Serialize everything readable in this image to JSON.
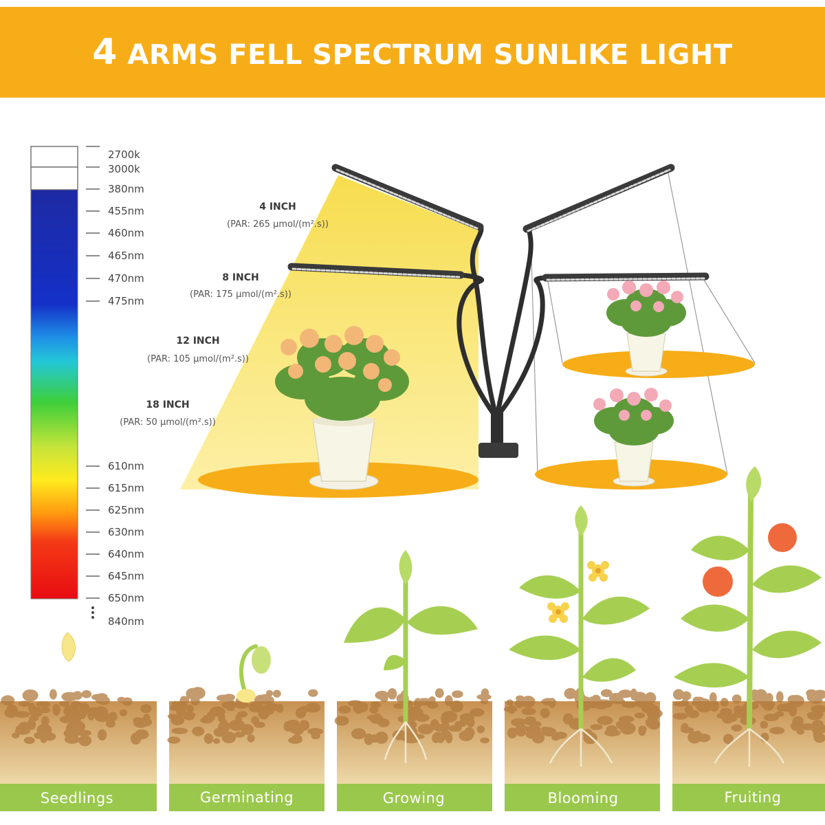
{
  "header": {
    "title_number": "4",
    "title_rest": " ARMS FELL SPECTRUM SUNLIKE LIGHT",
    "background_color": "#f7ad18"
  },
  "spectrum": {
    "labels": [
      "2700k",
      "3000k",
      "380nm",
      "455nm",
      "460nm",
      "465nm",
      "470nm",
      "475nm",
      "610nm",
      "615nm",
      "625nm",
      "630nm",
      "640nm",
      "645nm",
      "650nm",
      "840nm"
    ]
  },
  "distances": [
    {
      "title": "4 INCH",
      "par": "(PAR: 265 μmol/(m².s))"
    },
    {
      "title": "8 INCH",
      "par": "(PAR: 175 μmol/(m².s))"
    },
    {
      "title": "12 INCH",
      "par": "(PAR: 105 μmol/(m².s))"
    },
    {
      "title": "18 INCH",
      "par": "(PAR: 50 μmol/(m².s))"
    }
  ],
  "stages": [
    {
      "label": "Seedlings"
    },
    {
      "label": "Germinating"
    },
    {
      "label": "Growing"
    },
    {
      "label": "Blooming"
    },
    {
      "label": "Fruiting"
    }
  ],
  "colors": {
    "light_beam": "#f9e25a",
    "light_pool": "#f7ad18",
    "leaf": "#a6cf52",
    "soil": "#c9955a",
    "stage_bar": "#9ac84c"
  },
  "icons": [
    "grow-lamp-icon",
    "potted-flower-icon",
    "seed-icon",
    "sprout-icon",
    "tomato-plant-icon"
  ]
}
